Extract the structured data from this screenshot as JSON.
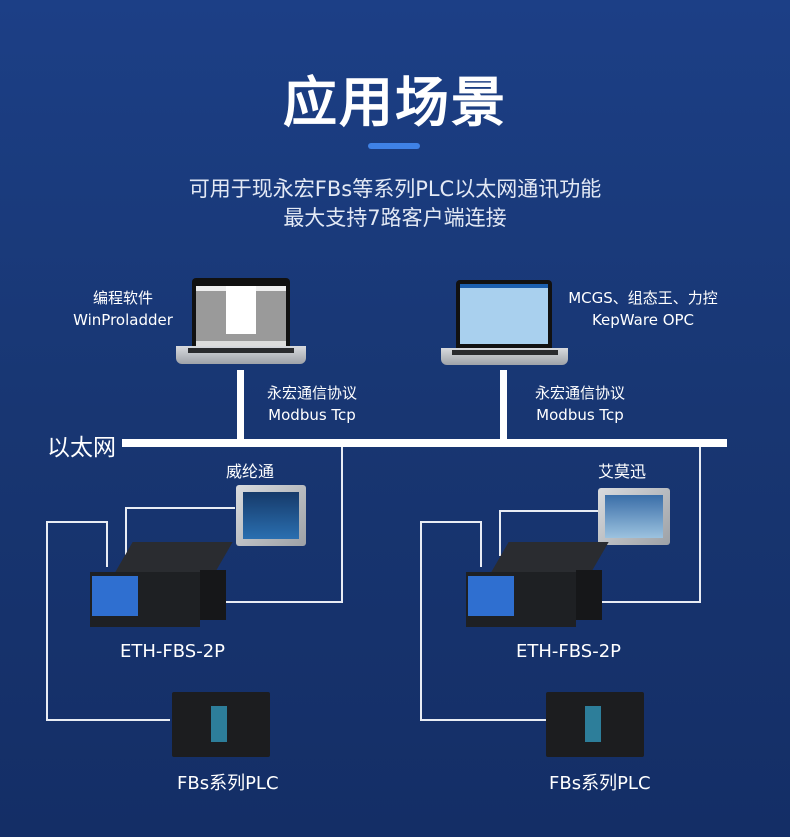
{
  "header": {
    "title": "应用场景",
    "subtitle_line1": "可用于现永宏FBs等系列PLC以太网通讯功能",
    "subtitle_line2": "最大支持7路客户端连接"
  },
  "colors": {
    "accent": "#3f82e6",
    "background_top": "#1c3f86",
    "background_bottom": "#142e66"
  },
  "software_left": {
    "line1": "编程软件",
    "line2": "WinProladder"
  },
  "software_right": {
    "line1": "MCGS、组态王、力控",
    "line2": "KepWare OPC"
  },
  "protocol_left": {
    "line1": "永宏通信协议",
    "line2": "Modbus Tcp"
  },
  "protocol_right": {
    "line1": "永宏通信协议",
    "line2": "Modbus Tcp"
  },
  "network_label": "以太网",
  "left_group": {
    "hmi_label": "威纶通",
    "device_label": "ETH-FBS-2P",
    "plc_label": "FBs系列PLC"
  },
  "right_group": {
    "hmi_label": "艾莫迅",
    "device_label": "ETH-FBS-2P",
    "plc_label": "FBs系列PLC"
  }
}
